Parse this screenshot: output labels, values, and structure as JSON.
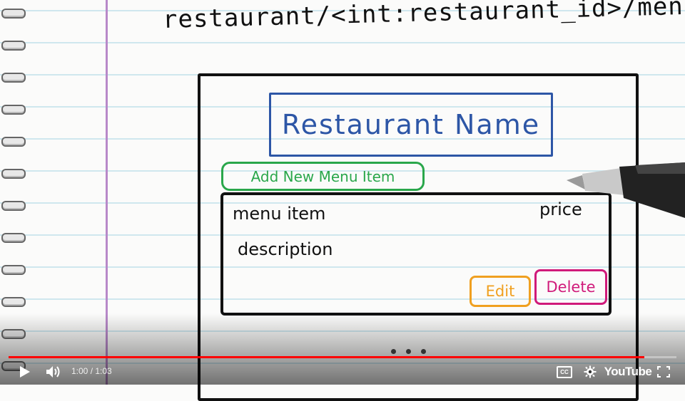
{
  "notebook": {
    "url_pattern": "restaurant/<int:restaurant_id>/menu"
  },
  "mockup": {
    "page_title": "Restaurant Name",
    "add_button_label": "Add New Menu Item",
    "menu_item": {
      "name": "menu item",
      "price": "price",
      "description": "description",
      "edit_label": "Edit",
      "delete_label": "Delete"
    }
  },
  "player": {
    "time_display": "1:00 / 1:03",
    "progress_fraction": 0.952,
    "logo_text": "YouTube",
    "icons": [
      "play-icon",
      "volume-icon",
      "cc-icon",
      "gear-icon",
      "fullscreen-icon"
    ],
    "accent_color": "#ff0000"
  },
  "colors": {
    "title_blue": "#2d56a6",
    "add_green": "#2aa74b",
    "edit_orange": "#f0a020",
    "delete_magenta": "#d01a7a"
  }
}
